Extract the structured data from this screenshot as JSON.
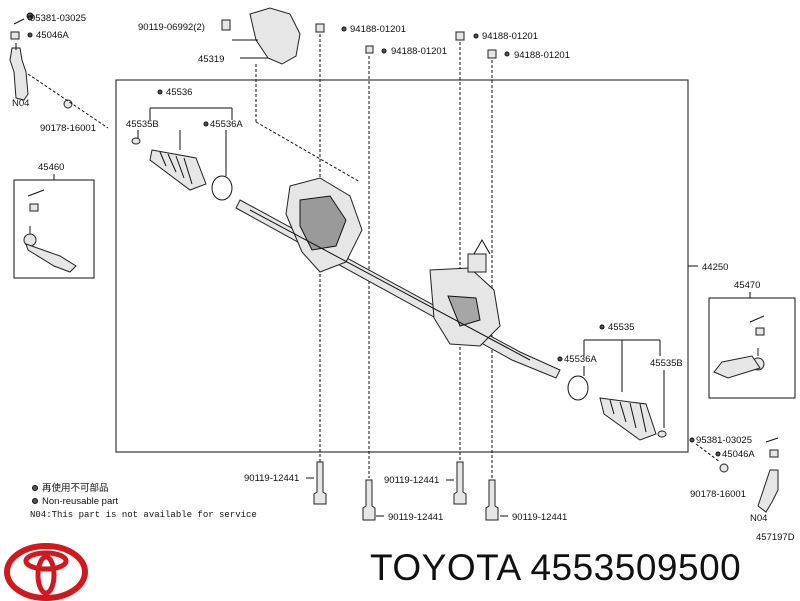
{
  "diagram": {
    "labels": {
      "p95381_tl": "95381-03025",
      "p45046a_tl": "45046A",
      "n04_tl": "N04",
      "p90178_tl": "90178-16001",
      "p90119_06992": "90119-06992(2)",
      "p45319": "45319",
      "p94188_1": "94188-01201",
      "p94188_2": "94188-01201",
      "p94188_3": "94188-01201",
      "p94188_4": "94188-01201",
      "p45536": "45536",
      "p45535b_l": "45535B",
      "p45536a_l": "45536A",
      "p45460": "45460",
      "p44250": "44250",
      "p45470": "45470",
      "p45535": "45535",
      "p45536a_r": "45536A",
      "p45535b_r": "45535B",
      "p95381_br": "95381-03025",
      "p45046a_br": "45046A",
      "p90178_br": "90178-16001",
      "n04_br": "N04",
      "bolt1": "90119-12441",
      "bolt2": "90119-12441",
      "bolt3": "90119-12441",
      "bolt4": "90119-12441",
      "diagram_id": "457197D"
    },
    "legend": {
      "reuse_jp": "再使用不可部品",
      "nonreuse": "Non-reusable part",
      "n04_note": "N04:This part is not available for service"
    }
  },
  "brand": {
    "name": "TOYOTA",
    "part_number": "4553509500",
    "logo_color": "#d0181f"
  }
}
